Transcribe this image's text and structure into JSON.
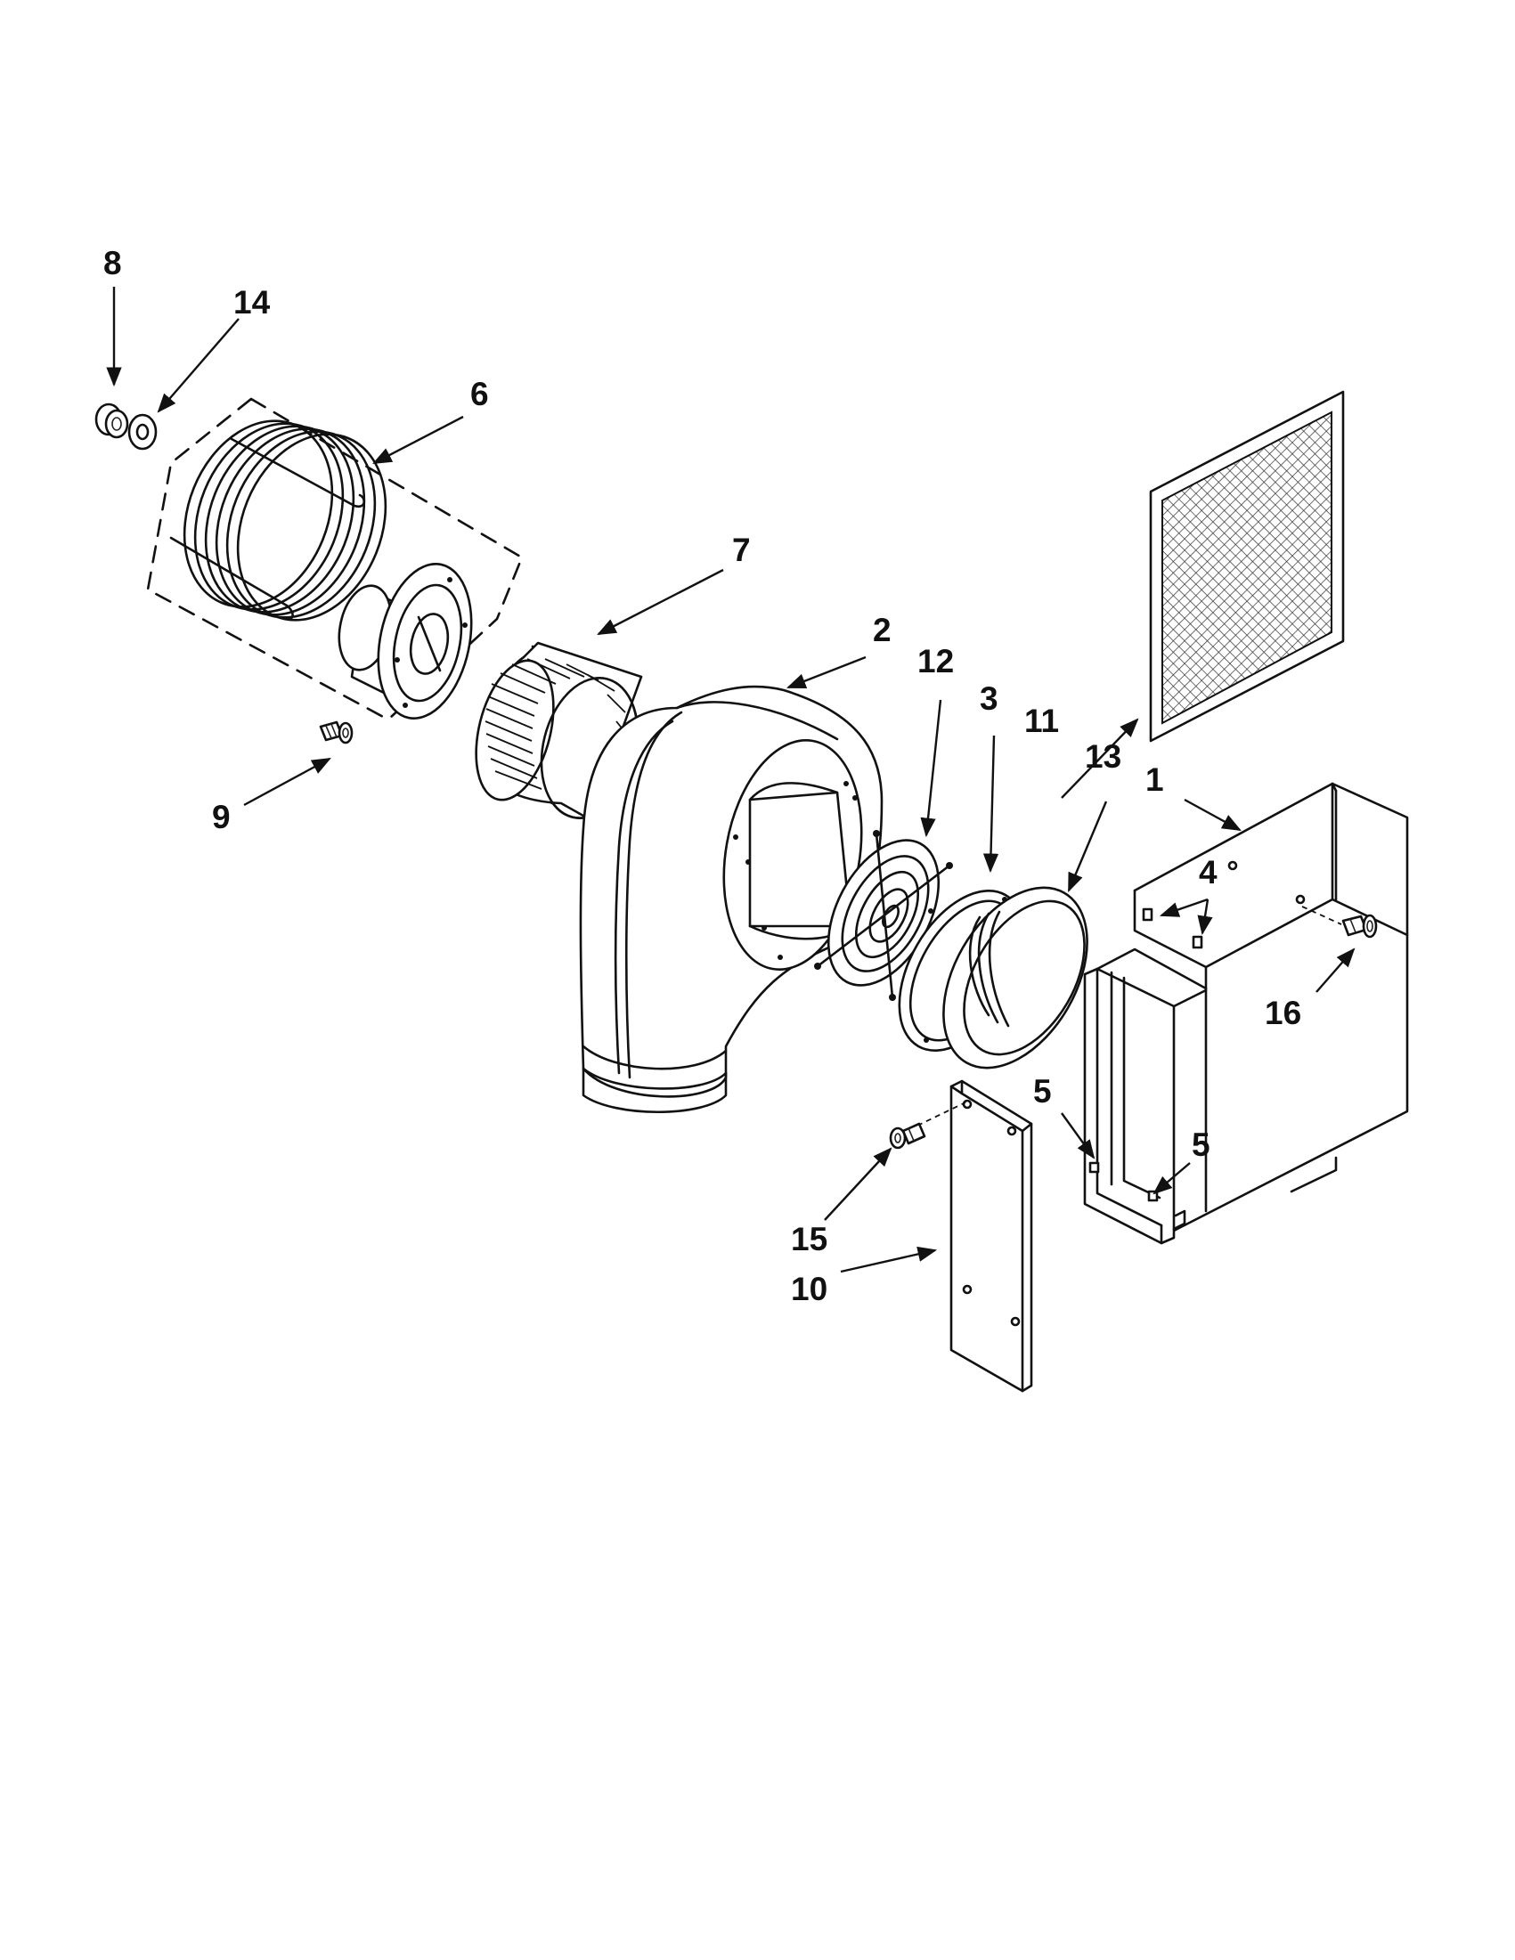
{
  "diagram": {
    "type": "exploded-parts-view",
    "callouts": [
      {
        "id": "c8",
        "label": "8"
      },
      {
        "id": "c14",
        "label": "14"
      },
      {
        "id": "c6",
        "label": "6"
      },
      {
        "id": "c7",
        "label": "7"
      },
      {
        "id": "c2",
        "label": "2"
      },
      {
        "id": "c12",
        "label": "12"
      },
      {
        "id": "c3",
        "label": "3"
      },
      {
        "id": "c11",
        "label": "11"
      },
      {
        "id": "c13",
        "label": "13"
      },
      {
        "id": "c1",
        "label": "1"
      },
      {
        "id": "c4",
        "label": "4"
      },
      {
        "id": "c16",
        "label": "16"
      },
      {
        "id": "c9",
        "label": "9"
      },
      {
        "id": "c5a",
        "label": "5"
      },
      {
        "id": "c5b",
        "label": "5"
      },
      {
        "id": "c15",
        "label": "15"
      },
      {
        "id": "c10",
        "label": "10"
      }
    ]
  }
}
